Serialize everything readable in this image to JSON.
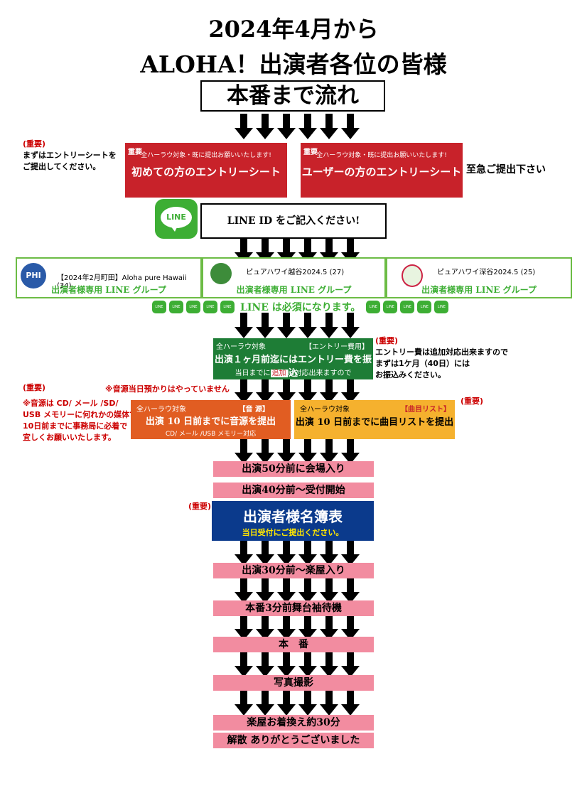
{
  "title_line1": "2024年4月から",
  "title_line2": "ALOHA！出演者各位の皆様",
  "flow_title": "本番まで流れ",
  "left_note": {
    "label": "(重要)",
    "text1": "まずはエントリーシートを",
    "text2": "ご提出してください。"
  },
  "entry_first": {
    "tag": "重要",
    "sub": "全ハーラウ対象・既に提出お願いいたします!",
    "main": "初めての方のエントリーシート"
  },
  "entry_user": {
    "tag": "重要",
    "sub": "全ハーラウ対象・既に提出お願いいたします!",
    "main": "ユーザーの方のエントリーシート"
  },
  "urgent": "至急ご提出下さい",
  "line_logo": "LINE",
  "line_id": "LINE ID をご記入ください!",
  "groups": [
    {
      "name": "【2024年2月町田】Aloha pure Hawaii (34)",
      "link": "出演者様専用 LINE グループ",
      "icon": "phi-logo"
    },
    {
      "name": "ピュアハワイ越谷2024.5 (27)",
      "link": "出演者様専用 LINE グループ",
      "icon": "duck-icon"
    },
    {
      "name": "ピュアハワイ深谷2024.5 (25)",
      "link": "出演者様専用 LINE グループ",
      "icon": "mascot-icon"
    }
  ],
  "line_required": "LINE は必須になります。",
  "mini_label": "LINE",
  "entry_fee": {
    "target": "全ハーラウ対象",
    "tag": "【エントリー費用】",
    "main": "出演１ヶ月前迄にはエントリー費を振込",
    "sub_a": "当日までに",
    "sub_tag": "追加",
    "sub_b": "は対応出来ますので"
  },
  "fee_note": {
    "label": "(重要)",
    "l1": "エントリー費は追加対応出来ますので",
    "l2": "まずは1ケ月（40日）には",
    "l3": "お振込みください。"
  },
  "music_note": {
    "label": "(重要)",
    "warn": "※音源当日預かりはやっていません",
    "l1": "※音源は CD/ メール /SD/",
    "l2": "USB メモリーに何れかの媒体で",
    "l3": "10日前までに事務局に必着で",
    "l4": "宜しくお願いいたします。"
  },
  "music_box": {
    "target": "全ハーラウ対象",
    "tag": "【音 源】",
    "main": "出演 10 日前までに音源を提出",
    "sub": "CD/ メール /USB メモリー対応"
  },
  "songlist_box": {
    "target": "全ハーラウ対象",
    "tag": "【曲目リスト】",
    "main": "出演 10 日前までに曲目リストを提出"
  },
  "songlist_note": "(重要)",
  "step_arrive": "出演50分前に会場入り",
  "step_reception": "出演40分前～受付開始",
  "roster_note": "(重要)",
  "roster": {
    "main": "出演者様名簿表",
    "sub": "当日受付にご提出ください。"
  },
  "step_dressing": "出演30分前～楽屋入り",
  "step_standby": "本番3分前舞台袖待機",
  "step_show": "本　番",
  "step_photo": "写真撮影",
  "step_change": "楽屋お着換え約30分",
  "step_end": "解散 ありがとうございました"
}
